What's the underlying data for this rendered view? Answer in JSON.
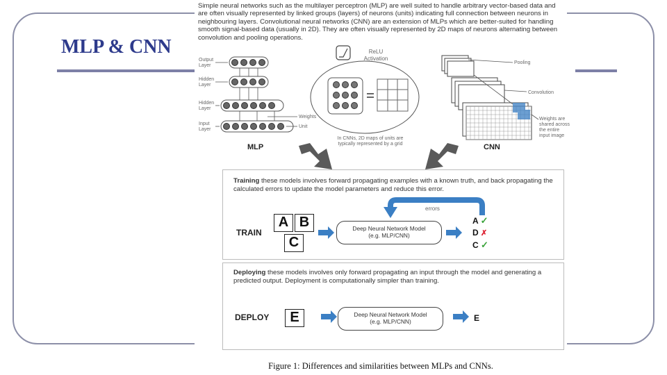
{
  "slide": {
    "title": "MLP & CNN"
  },
  "figure": {
    "intro": "Simple neural networks such as the multilayer perceptron (MLP) are well suited to handle arbitrary vector-based data and are often visually represented by linked groups (layers) of neurons (units) indicating full connection between neurons in neighbouring layers. Convolutional neural networks (CNN) are an extension of MLPs which are better-suited for handling smooth signal-based data (usually in 2D). They are often visually represented by 2D maps of neurons alternating between convolution and pooling operations.",
    "mlp": {
      "title": "MLP",
      "layer_labels": [
        "Output Layer",
        "Hidden Layer",
        "Hidden Layer",
        "Input Layer"
      ],
      "weights_label": "Weights",
      "unit_label": "Unit"
    },
    "relu": {
      "label": "ReLU Activation",
      "note": "In CNNs, 2D maps of units are typically represented by a grid"
    },
    "cnn": {
      "title": "CNN",
      "pooling_label": "Pooling",
      "convolution_label": "Convolution",
      "shared_label": "Weights are shared across the entire input image"
    },
    "training": {
      "text_bold": "Training",
      "text_rest": " these models involves forward propagating examples with a known truth, and back propagating the calculated errors to update the model parameters and reduce this error.",
      "row_label": "TRAIN",
      "inputs": [
        "A",
        "B",
        "C"
      ],
      "errors_label": "errors",
      "model_line1": "Deep Neural Network Model",
      "model_line2": "(e.g. MLP/CNN)",
      "outputs": [
        "A",
        "D",
        "C"
      ],
      "marks": [
        "✓",
        "✗",
        "✓"
      ]
    },
    "deploying": {
      "text_bold": "Deploying",
      "text_rest": " these models involves only forward propagating an input through the model and generating a predicted output. Deployment is computationally simpler than training.",
      "row_label": "DEPLOY",
      "input": "E",
      "model_line1": "Deep Neural Network Model",
      "model_line2": "(e.g. MLP/CNN)",
      "output": "E"
    },
    "caption": "Figure 1: Differences and similarities between MLPs and CNNs.",
    "colors": {
      "accent_blue": "#3b7fc4",
      "arrow_gray": "#555555",
      "title_blue": "#2e3b8c"
    }
  }
}
